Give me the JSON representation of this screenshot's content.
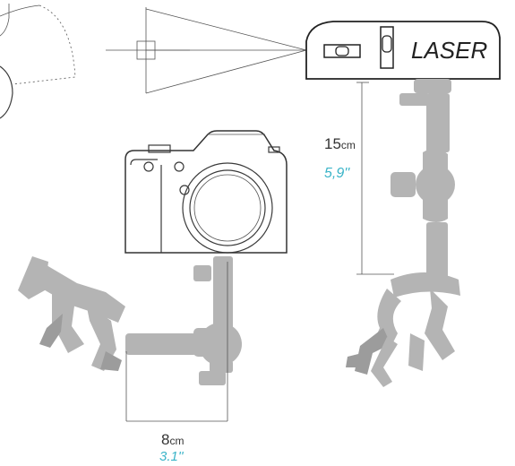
{
  "laser": {
    "label": "LASER"
  },
  "dimensions": {
    "vertical": {
      "metric_value": "15",
      "metric_unit": "cm",
      "imperial": "5,9''"
    },
    "horizontal": {
      "metric_value": "8",
      "metric_unit": "cm",
      "imperial": "3.1''"
    }
  },
  "colors": {
    "arm_gray": "#b4b4b4",
    "arm_gray_dark": "#9c9c9c",
    "outline": "#3a3a3a",
    "imperial_text": "#3ab4c8"
  }
}
